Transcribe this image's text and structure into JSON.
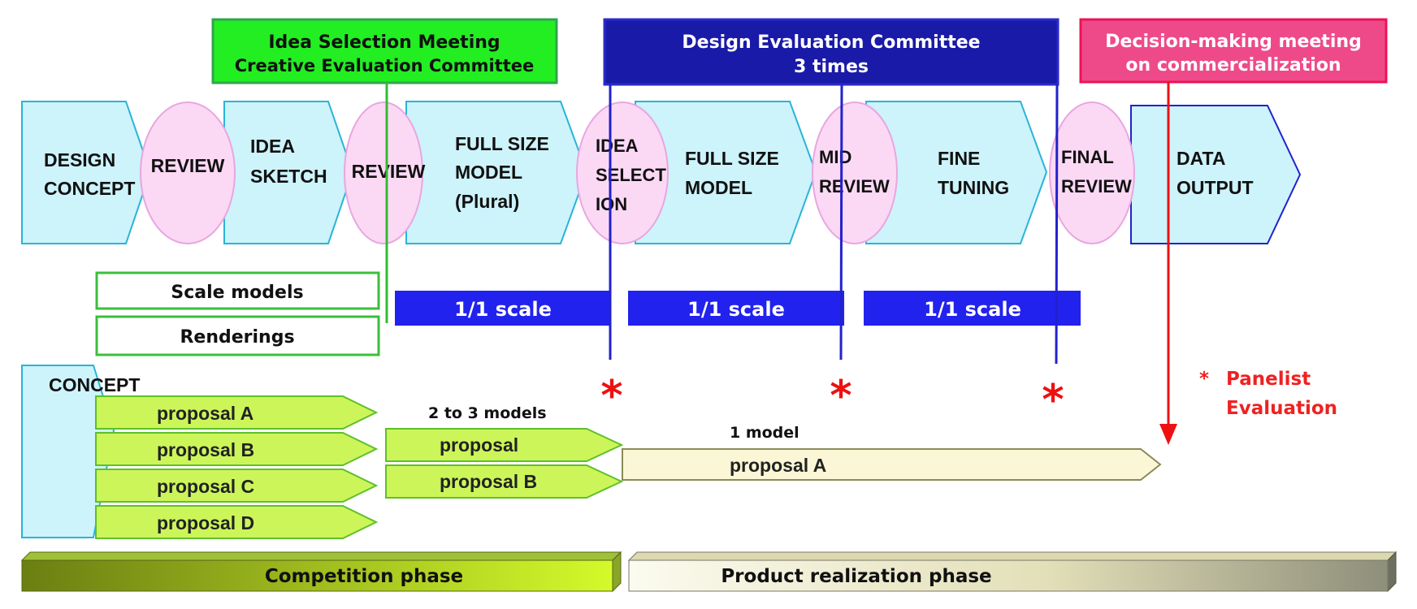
{
  "meetings": {
    "idea_selection": {
      "line1": "Idea Selection Meeting",
      "line2": "Creative Evaluation Committee"
    },
    "design_evaluation": {
      "line1": "Design Evaluation Committee",
      "line2": "3 times"
    },
    "decision_making": {
      "line1": "Decision-making meeting",
      "line2": "on commercialization"
    }
  },
  "process_steps": {
    "design_concept": [
      "DESIGN",
      "CONCEPT"
    ],
    "review_1": [
      "REVIEW"
    ],
    "idea_sketch": [
      "IDEA",
      "SKETCH"
    ],
    "review_2": [
      "REVIEW"
    ],
    "full_size_model_plural": [
      "FULL SIZE",
      "MODEL",
      "(Plural)"
    ],
    "idea_selection": [
      "IDEA",
      "SELECT",
      "ION"
    ],
    "full_size_model": [
      "FULL SIZE",
      "MODEL"
    ],
    "mid_review": [
      "MID",
      "REVIEW"
    ],
    "fine_tuning": [
      "FINE",
      "TUNING"
    ],
    "final_review": [
      "FINAL",
      "REVIEW"
    ],
    "data_output": [
      "DATA",
      "OUTPUT"
    ]
  },
  "materials": {
    "scale_models": "Scale models",
    "renderings": "Renderings"
  },
  "scale_bars": [
    "1/1 scale",
    "1/1 scale",
    "1/1 scale"
  ],
  "concept_label": "CONCEPT",
  "competition_proposals": [
    "proposal A",
    "proposal B",
    "proposal C",
    "proposal D"
  ],
  "models_note": "2 to 3 models",
  "selected_proposals": [
    "proposal",
    "proposal B"
  ],
  "one_model_note": "1 model",
  "final_proposal": "proposal A",
  "panelist_marker": "*",
  "panelist_legend": {
    "star": "*",
    "line1": "Panelist",
    "line2": "Evaluation"
  },
  "phases": {
    "competition": "Competition phase",
    "realization": "Product realization phase"
  },
  "colors": {
    "step_fill": "#cdf3fb",
    "step_stroke": "#2ab4d8",
    "review_fill": "#fbd9f5",
    "review_stroke": "#e9a6e0",
    "green_box_fill": "#22ee22",
    "blue_box_fill": "#1a1aa8",
    "pink_box_fill": "#ee4a8a",
    "scale_bar_fill": "#2222ee",
    "proposal_fill": "#ccf55a",
    "final_proposal_fill": "#fbf7d6",
    "red_marker": "#ee1111"
  }
}
